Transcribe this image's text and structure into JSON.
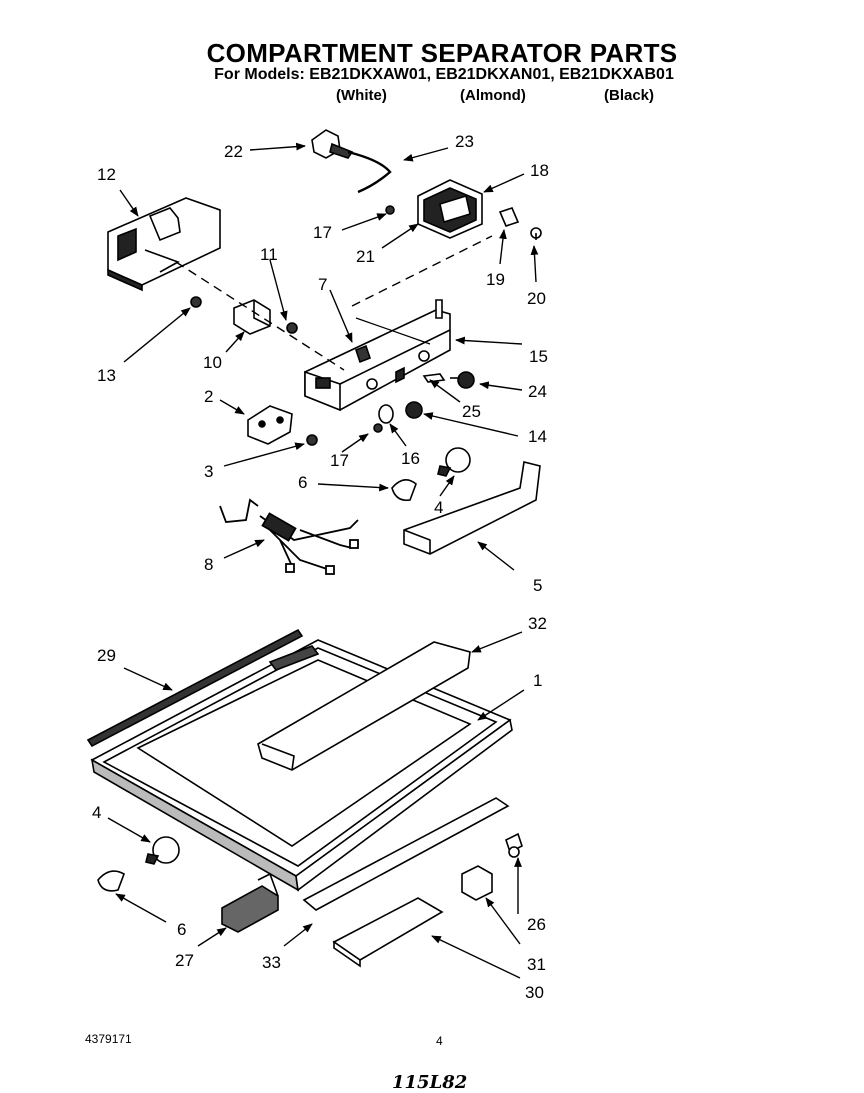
{
  "header": {
    "title": "COMPARTMENT SEPARATOR PARTS",
    "subtitle": "For Models: EB21DKXAW01, EB21DKXAN01, EB21DKXAB01",
    "colors": [
      "(White)",
      "(Almond)",
      "(Black)"
    ]
  },
  "callouts": {
    "c1": "1",
    "c2": "2",
    "c3": "3",
    "c4a": "4",
    "c4b": "4",
    "c5": "5",
    "c6a": "6",
    "c6b": "6",
    "c7": "7",
    "c8": "8",
    "c10": "10",
    "c11": "11",
    "c12": "12",
    "c13": "13",
    "c14": "14",
    "c15": "15",
    "c16": "16",
    "c17a": "17",
    "c17b": "17",
    "c18": "18",
    "c19": "19",
    "c20": "20",
    "c21": "21",
    "c22": "22",
    "c23": "23",
    "c24": "24",
    "c25": "25",
    "c26": "26",
    "c27": "27",
    "c29": "29",
    "c30": "30",
    "c31": "31",
    "c32": "32",
    "c33": "33"
  },
  "footer": {
    "doc_number": "4379171",
    "page_number": "4",
    "handwritten": "115L82"
  }
}
